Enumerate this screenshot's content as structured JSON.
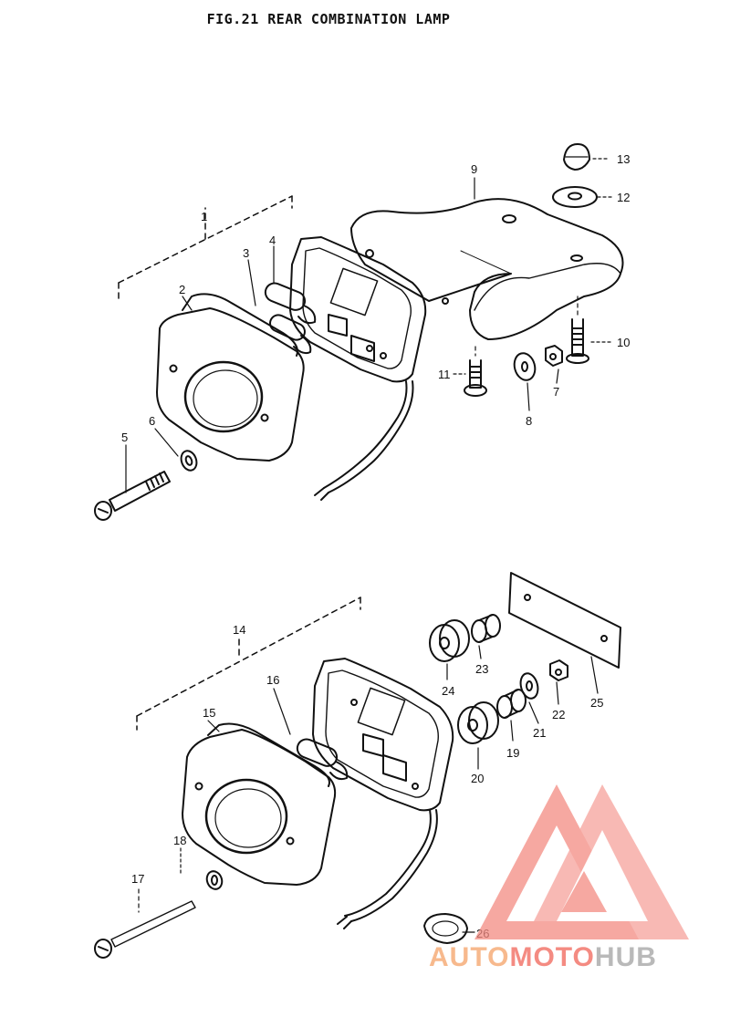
{
  "title": "FIG.21  REAR COMBINATION LAMP",
  "callouts": {
    "c1": "1",
    "c2": "2",
    "c3": "3",
    "c4": "4",
    "c5": "5",
    "c6": "6",
    "c7": "7",
    "c8": "8",
    "c9": "9",
    "c10": "10",
    "c11": "11",
    "c12": "12",
    "c13": "13",
    "c14": "14",
    "c15": "15",
    "c16": "16",
    "c17": "17",
    "c18": "18",
    "c19": "19",
    "c20": "20",
    "c21": "21",
    "c22": "22",
    "c23": "23",
    "c24": "24",
    "c25": "25",
    "c26": "26"
  },
  "watermark": {
    "part1": "AUTO",
    "part2": "MOTO",
    "part3": "HUB",
    "colors": [
      "#f7b98d",
      "#f48b82",
      "#b9b9b9"
    ]
  }
}
